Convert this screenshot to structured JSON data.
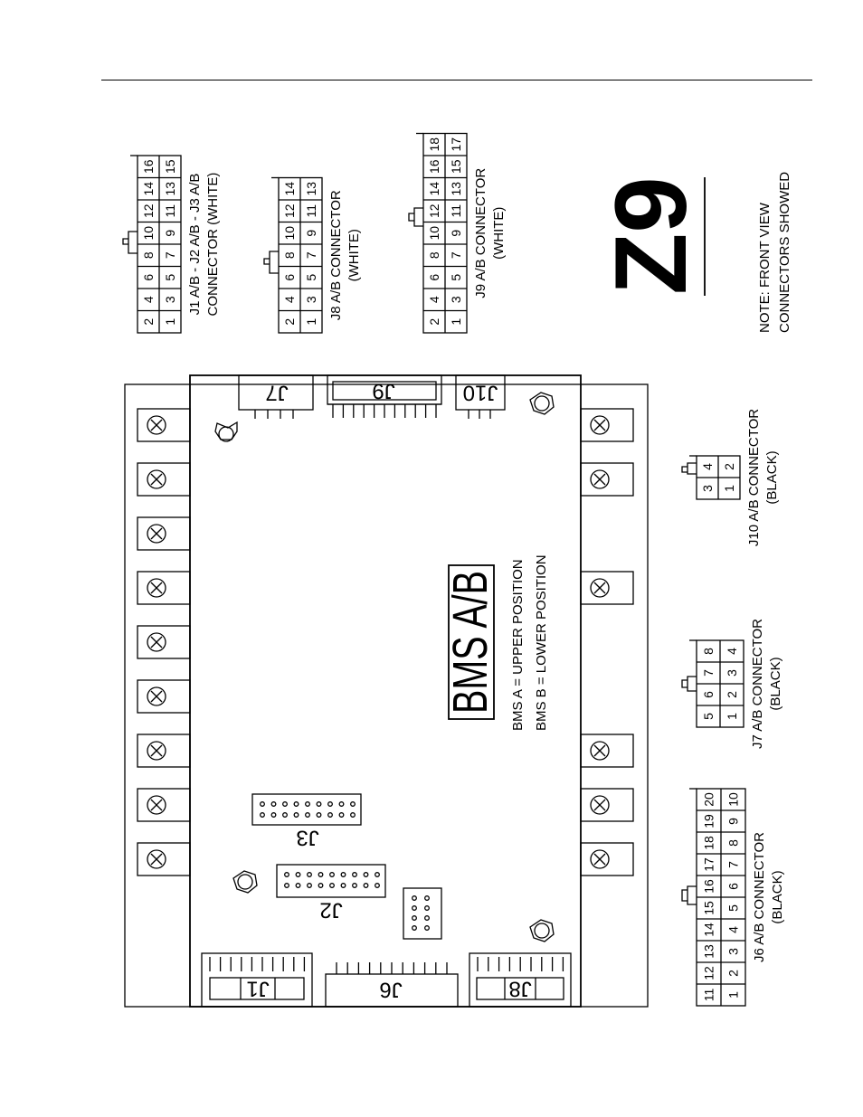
{
  "connectors": {
    "j1": {
      "caption": [
        "J1 A/B - J2 A/B - J3 A/B",
        "CONNECTOR (WHITE)"
      ],
      "top_row": [
        "2",
        "4",
        "6",
        "8",
        "10",
        "12",
        "14",
        "16"
      ],
      "bottom_row": [
        "1",
        "3",
        "5",
        "7",
        "9",
        "11",
        "13",
        "15"
      ]
    },
    "j8": {
      "caption": [
        "J8 A/B CONNECTOR",
        "(WHITE)"
      ],
      "top_row": [
        "2",
        "4",
        "6",
        "8",
        "10",
        "12",
        "14"
      ],
      "bottom_row": [
        "1",
        "3",
        "5",
        "7",
        "9",
        "11",
        "13"
      ]
    },
    "j9": {
      "caption": [
        "J9 A/B CONNECTOR",
        "(WHITE)"
      ],
      "top_row": [
        "2",
        "4",
        "6",
        "8",
        "10",
        "12",
        "14",
        "16",
        "18"
      ],
      "bottom_row": [
        "1",
        "3",
        "5",
        "7",
        "9",
        "11",
        "13",
        "15",
        "17"
      ]
    },
    "j10": {
      "caption": [
        "J10 A/B CONNECTOR",
        "(BLACK)"
      ],
      "top_row": [
        "3",
        "4"
      ],
      "bottom_row": [
        "1",
        "2"
      ]
    },
    "j7": {
      "caption": [
        "J7 A/B CONNECTOR",
        "(BLACK)"
      ],
      "top_row": [
        "5",
        "6",
        "7",
        "8"
      ],
      "bottom_row": [
        "1",
        "2",
        "3",
        "4"
      ]
    },
    "j6": {
      "caption": [
        "J6 A/B CONNECTOR",
        "(BLACK)"
      ],
      "top_row": [
        "11",
        "12",
        "13",
        "14",
        "15",
        "16",
        "17",
        "18",
        "19",
        "20"
      ],
      "bottom_row": [
        "1",
        "2",
        "3",
        "4",
        "5",
        "6",
        "7",
        "8",
        "9",
        "10"
      ]
    }
  },
  "board": {
    "title": "BMS A/B",
    "note_a": "BMS A = UPPER POSITION",
    "note_b": "BMS B = LOWER POSITION",
    "labels": {
      "j1": "J1",
      "j2": "J2",
      "j3": "J3",
      "j6": "J6",
      "j7": "J7",
      "j8": "J8",
      "j9": "J9",
      "j10": "J10"
    }
  },
  "figure_id": "Z9",
  "note": [
    "NOTE: FRONT VIEW",
    "CONNECTORS SHOWED"
  ]
}
